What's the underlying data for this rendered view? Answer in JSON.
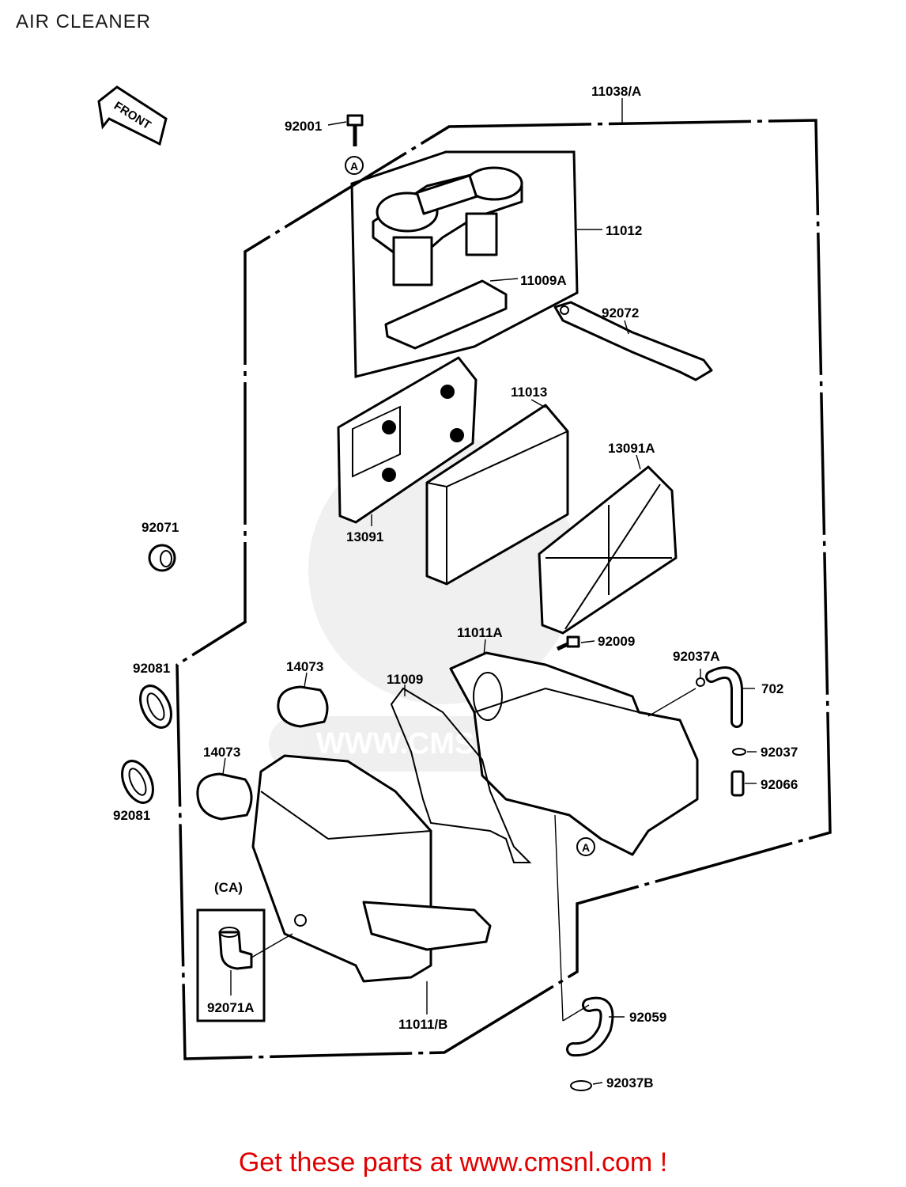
{
  "title": "AIR CLEANER",
  "footer": "Get these parts at www.cmsnl.com !",
  "watermark": "WWW.CMSNL.COM",
  "colors": {
    "footer_text": "#e00000",
    "line": "#000000",
    "background": "#ffffff"
  },
  "front_arrow": "FRONT",
  "ref_marker": "A",
  "labels": {
    "p11038A": "11038/A",
    "p92001": "92001",
    "p11012": "11012",
    "p11009A": "11009A",
    "p92072": "92072",
    "p11013": "11013",
    "p13091A": "13091A",
    "p13091": "13091",
    "p92071": "92071",
    "p11011A": "11011A",
    "p92009": "92009",
    "p92037A": "92037A",
    "p702": "702",
    "p11009": "11009",
    "p14073a": "14073",
    "p14073b": "14073",
    "p92081a": "92081",
    "p92081b": "92081",
    "p92037": "92037",
    "p92066": "92066",
    "pCA": "(CA)",
    "p92071A": "92071A",
    "p11011B": "11011/B",
    "p92059": "92059",
    "p92037B": "92037B"
  }
}
